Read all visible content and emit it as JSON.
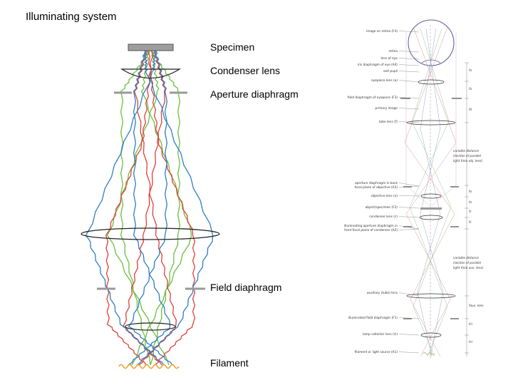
{
  "title": "Illuminating system",
  "labels": {
    "specimen": "Specimen",
    "condenser": "Condenser lens",
    "aperture": "Aperture diaphragm",
    "field": "Field diaphragm",
    "filament": "Filament"
  },
  "right_diagram": {
    "left_labels": [
      "image on retina (F4)",
      "retina",
      "lens of eye",
      "iris diaphragm of eye (A4)",
      "exit pupil",
      "eyepiece lens (a)",
      "field diaphragm of eyepiece (F3)",
      "primary image",
      "tube lens (f)",
      "aperture diaphragm in back",
      "focal plane of objective (A3)",
      "objective lens (o)",
      "object/specimen (F2)",
      "condenser lens (c)",
      "illuminating aperture diaphragm in",
      "front focal plane of condenser (A2)",
      "auxiliary (tube) lens",
      "illuminated field diaphragm (F1)",
      "lamp collector lens (cl)",
      "filament or light source (A1)"
    ],
    "right_notes": [
      "variable distance",
      "(section of parallel",
      "light from obj. lens)",
      "variable distance",
      "(section of parallel",
      "light from aux. lens)"
    ],
    "focal_labels": [
      "fa",
      "fa",
      "fd",
      "fo",
      "fo",
      "fc",
      "fc",
      "faux. lens",
      "fcl",
      "fcl"
    ]
  }
}
